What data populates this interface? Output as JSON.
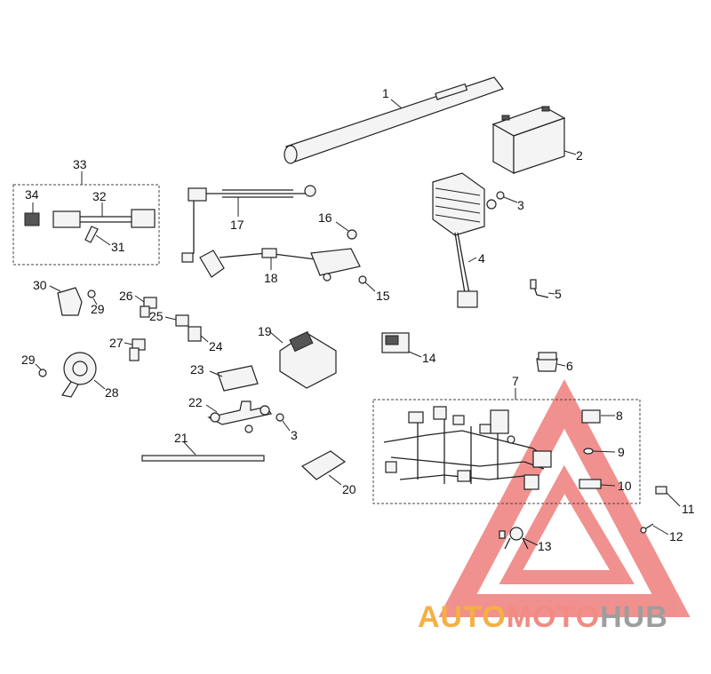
{
  "labels": [
    "1",
    "2",
    "3",
    "4",
    "5",
    "6",
    "7",
    "8",
    "9",
    "10",
    "11",
    "12",
    "13",
    "14",
    "15",
    "16",
    "17",
    "18",
    "19",
    "20",
    "21",
    "22",
    "23",
    "24",
    "25",
    "26",
    "27",
    "28",
    "29",
    "30",
    "31",
    "32",
    "33",
    "34",
    "29",
    "3"
  ],
  "logo": {
    "part1": "AUTO",
    "part2": "MOTO",
    "part3": "HUB",
    "colors": {
      "part1": "#f5b041",
      "part2": "#f28b82",
      "part3": "#9e9e9e",
      "triangle": "#e53935"
    }
  }
}
